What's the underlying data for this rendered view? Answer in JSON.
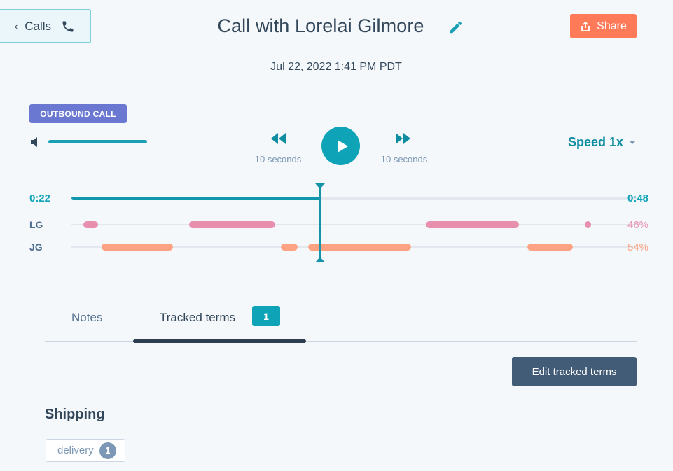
{
  "header": {
    "back_button_label": "Calls",
    "back_chevron": "‹",
    "title": "Call with Lorelai Gilmore",
    "share_label": "Share",
    "date": "Jul 22, 2022 1:41 PM PDT"
  },
  "call_type_badge": "OUTBOUND CALL",
  "player": {
    "rewind_label": "10 seconds",
    "forward_label": "10 seconds",
    "speed_label": "Speed 1x",
    "volume_percent": 100,
    "current_time": "0:22",
    "total_time": "0:48",
    "progress_percent": 44
  },
  "speakers": [
    {
      "initials": "LG",
      "talk_percent": "46%",
      "color": "#e88fae",
      "segments": [
        [
          119,
          140
        ],
        [
          270,
          393
        ],
        [
          608,
          741
        ],
        [
          835,
          844
        ]
      ]
    },
    {
      "initials": "JG",
      "talk_percent": "54%",
      "color": "#fda383",
      "segments": [
        [
          145,
          247
        ],
        [
          401,
          425
        ],
        [
          440,
          587
        ],
        [
          753,
          818
        ]
      ]
    }
  ],
  "tabs": [
    {
      "label": "Notes",
      "active": false
    },
    {
      "label": "Tracked terms",
      "active": true,
      "count": "1"
    }
  ],
  "edit_tracked_terms_label": "Edit tracked terms",
  "tracked_terms": {
    "category": "Shipping",
    "terms": [
      {
        "label": "delivery",
        "count": "1"
      }
    ]
  },
  "colors": {
    "accent": "#0fa3b8",
    "share": "#ff7a59",
    "badge": "#6a78d1",
    "dark_button": "#425b76"
  }
}
